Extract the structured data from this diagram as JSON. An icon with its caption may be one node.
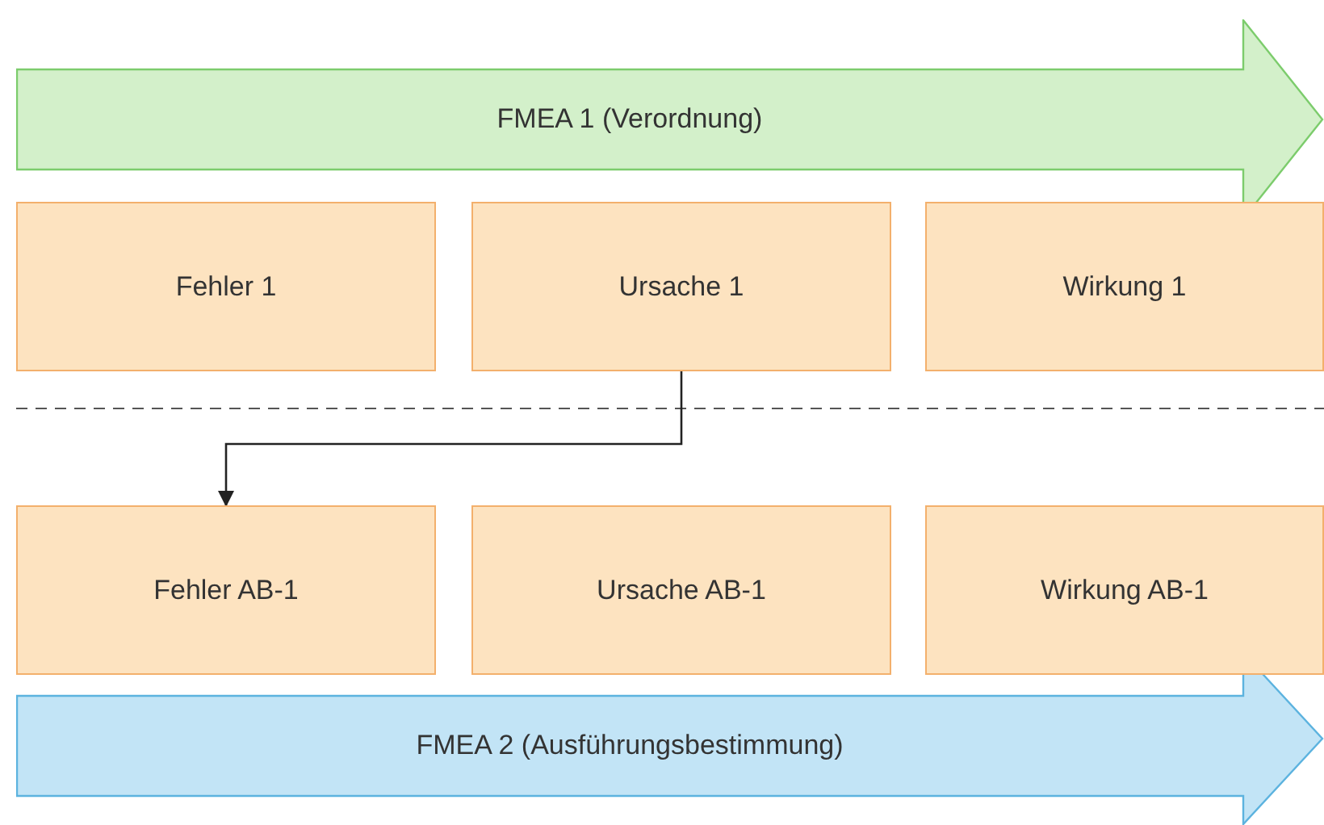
{
  "diagram": {
    "nodes": [
      {
        "text": [
          "FMEA 1 (Verordnung)"
        ]
      },
      {
        "text": [
          "Fehler 1"
        ]
      },
      {
        "text": [
          "Ursache 1"
        ]
      },
      {
        "text": [
          "Wirkung 1"
        ]
      },
      {
        "text": [
          "Fehler AB-1"
        ]
      },
      {
        "text": [
          "Ursache AB-1"
        ]
      },
      {
        "text": [
          "Wirkung AB-1"
        ]
      },
      {
        "text": [
          "FMEA 2 (Ausführungsbestimmung)"
        ]
      }
    ],
    "edges": [
      {
        "from": 2,
        "to": 4,
        "arrow": "to"
      }
    ]
  }
}
